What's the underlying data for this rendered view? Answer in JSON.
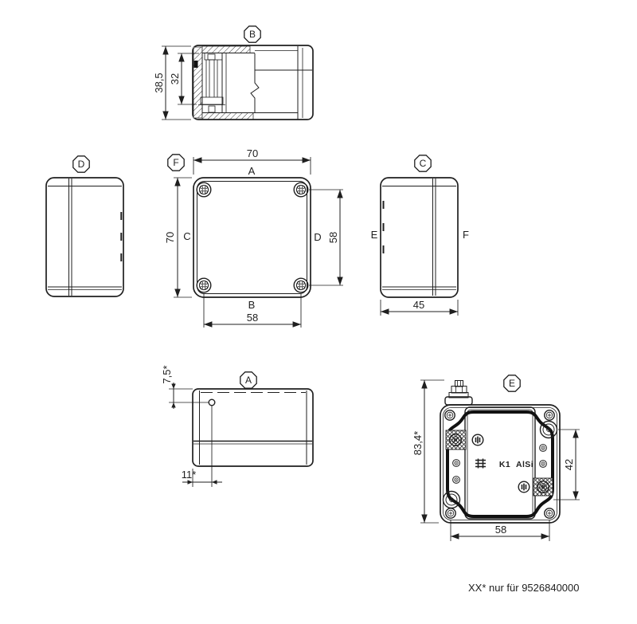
{
  "drawing": {
    "footnote": "XX* nur für 9526840000",
    "views": {
      "b": {
        "label": "B",
        "dim_outer_height": "38,5",
        "dim_inner_height": "32"
      },
      "d": {
        "label": "D"
      },
      "f": {
        "label": "F",
        "dim_width": "70",
        "dim_height": "70",
        "dim_screw_v": "58",
        "dim_screw_h": "58",
        "face_top": "A",
        "face_left": "C",
        "face_right": "D",
        "face_bottom": "B"
      },
      "c": {
        "label": "C",
        "dim_depth": "45",
        "face_left": "E",
        "face_right": "F"
      },
      "a": {
        "label": "A",
        "dim_hole_top": "7,5*",
        "dim_hole_left": "11*"
      },
      "e": {
        "label": "E",
        "dim_total_height": "83,4*",
        "dim_boss_v": "42",
        "dim_boss_h": "58",
        "marking_model": "K1",
        "marking_material": "AlSi"
      }
    },
    "icons": {
      "logo": "weidmueller-logo-icon",
      "earth": "earth-symbol-icon",
      "screw": "screw-head-icon",
      "vent": "pressure-vent-icon"
    }
  }
}
